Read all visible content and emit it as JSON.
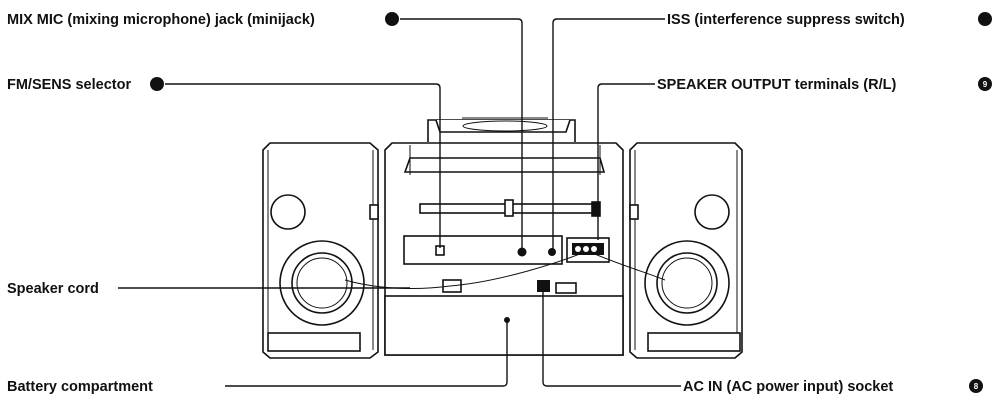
{
  "diagram": {
    "callouts": {
      "mix_mic": {
        "text": "MIX MIC (mixing microphone) jack (minijack)",
        "marker": ""
      },
      "iss": {
        "text": "ISS (interference suppress switch)",
        "marker": ""
      },
      "fm_sens": {
        "text": "FM/SENS selector",
        "marker": ""
      },
      "speaker_output": {
        "text": "SPEAKER OUTPUT terminals (R/L)",
        "marker": "9"
      },
      "speaker_cord": {
        "text": "Speaker cord"
      },
      "battery": {
        "text": "Battery compartment"
      },
      "ac_in": {
        "text": "AC IN (AC power input) socket",
        "marker": "8"
      }
    },
    "colors": {
      "ink": "#111111",
      "paper": "#ffffff"
    }
  }
}
